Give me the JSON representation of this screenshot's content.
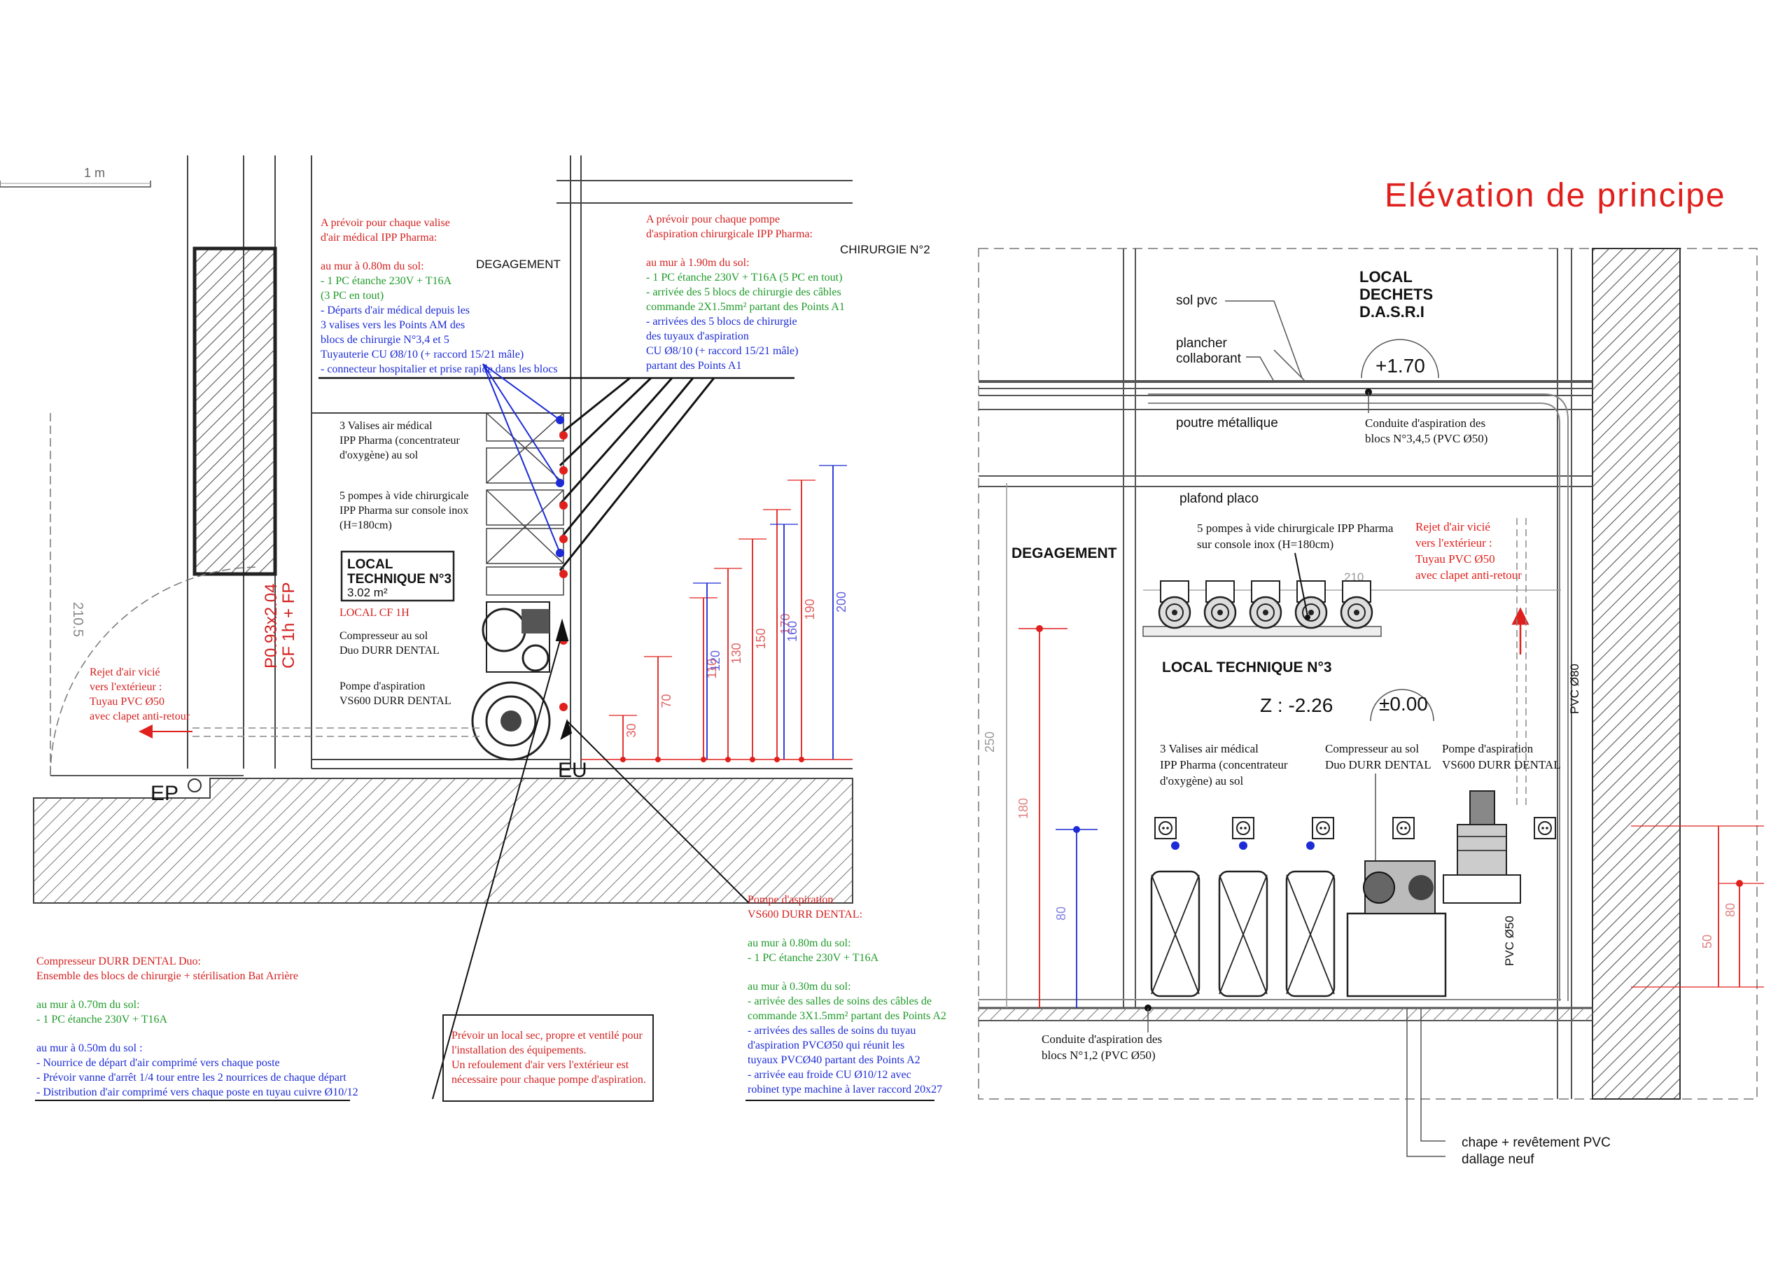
{
  "colors": {
    "red": "#e0201c",
    "blue": "#1c2bd6",
    "green": "#1f9a2a",
    "dark_red": "#a01818",
    "line": "#333333",
    "hatch": "#666666",
    "light": "#999999"
  },
  "plan": {
    "scale_label": "1 m",
    "degagement_label": "DEGAGEMENT",
    "chirurgie_label": "CHIRURGIE N°2",
    "vertical_dim": "210.5",
    "door_label": [
      "P0.93x2.04",
      "CF 1h + FP"
    ],
    "ep_label": "EP",
    "eu_label": "EU",
    "local_box": {
      "title": [
        "LOCAL",
        "TECHNIQUE N°3"
      ],
      "area": "3.02 m²"
    },
    "local_cf": "LOCAL CF 1H",
    "label_valises": [
      "3 Valises air médical",
      "IPP Pharma (concentrateur",
      "d'oxygène) au sol"
    ],
    "label_pompes": [
      "5 pompes à vide chirurgicale",
      "IPP Pharma sur console inox",
      "(H=180cm)"
    ],
    "label_compresseur": [
      "Compresseur au sol",
      "Duo DURR DENTAL"
    ],
    "label_pompe_asp": [
      "Pompe d'aspiration",
      "VS600 DURR DENTAL"
    ],
    "rejet": [
      "Rejet d'air vicié",
      "vers l'extérieur :",
      "Tuyau PVC Ø50",
      "avec clapet anti-retour"
    ],
    "dims_red": [
      "30",
      "70",
      "110",
      "130",
      "150",
      "170",
      "190"
    ],
    "dims_blue": [
      "120",
      "160",
      "200"
    ]
  },
  "notes": {
    "valise": {
      "title": [
        "A prévoir pour chaque valise",
        "d'air médical IPP Pharma:"
      ],
      "sub": "au mur à 0.80m du sol:",
      "green": [
        "- 1 PC étanche 230V + T16A",
        "(3 PC en tout)"
      ],
      "blue": [
        "- Départs d'air médical depuis les",
        "3 valises vers les Points AM des",
        "blocs de chirurgie N°3,4 et 5",
        "Tuyauterie CU Ø8/10 (+ raccord 15/21 mâle)",
        "- connecteur hospitalier et prise rapide dans les blocs"
      ]
    },
    "pompe": {
      "title": [
        "A prévoir pour chaque pompe",
        "d'aspiration chirurgicale IPP Pharma:"
      ],
      "sub": "au mur à 1.90m du sol:",
      "green": [
        "- 1 PC étanche 230V + T16A (5 PC en tout)",
        "- arrivée des 5 blocs de chirurgie des câbles",
        "commande 2X1.5mm² partant des Points A1"
      ],
      "blue": [
        "- arrivées des 5 blocs de chirurgie",
        "des tuyaux d'aspiration",
        "CU Ø8/10 (+ raccord 15/21 mâle)",
        "partant des Points A1"
      ]
    },
    "compresseur": {
      "title": [
        "Compresseur DURR DENTAL Duo:",
        "Ensemble des blocs de chirurgie + stérilisation Bat Arrière"
      ],
      "sub1": "au mur à 0.70m du sol:",
      "green": [
        "- 1 PC étanche 230V + T16A"
      ],
      "sub2": "au mur à 0.50m du sol :",
      "blue": [
        "- Nourrice de départ d'air comprimé vers chaque poste",
        "- Prévoir vanne d'arrêt 1/4 tour entre les 2 nourrices de chaque départ",
        "- Distribution d'air comprimé vers chaque poste en tuyau cuivre Ø10/12"
      ]
    },
    "box": [
      "Prévoir un local sec, propre et ventilé pour",
      "l'installation des équipements.",
      "Un refoulement d'air vers l'extérieur est",
      "nécessaire pour chaque pompe d'aspiration."
    ],
    "aspiration": {
      "title": [
        "Pompe d'aspiration",
        "VS600 DURR DENTAL:"
      ],
      "sub1": "au mur à 0.80m du sol:",
      "green1": [
        "- 1 PC étanche 230V + T16A"
      ],
      "sub2": "au mur à 0.30m du sol:",
      "green2": [
        "- arrivée des salles de soins des câbles de",
        "commande 3X1.5mm² partant des Points A2"
      ],
      "blue": [
        "- arrivées des salles de soins du tuyau",
        "d'aspiration PVCØ50 qui réunit les",
        "tuyaux PVCØ40 partant des Points A2",
        "- arrivée eau froide CU Ø10/12 avec",
        "robinet type machine à laver raccord 20x27"
      ]
    }
  },
  "elevation": {
    "title": "Elévation de principe",
    "local_dechets": [
      "LOCAL",
      "DECHETS",
      "D.A.S.R.I"
    ],
    "sol_pvc": "sol pvc",
    "plancher": [
      "plancher",
      "collaborant"
    ],
    "level_up": "+1.70",
    "poutre": "poutre métallique",
    "conduite_haut": [
      "Conduite d'aspiration des",
      "blocs N°3,4,5 (PVC Ø50)"
    ],
    "plafond": "plafond placo",
    "degagement": "DEGAGEMENT",
    "pompes": [
      "5 pompes à vide chirurgicale IPP Pharma",
      "sur console inox (H=180cm)"
    ],
    "dim_210": "210",
    "rejet": [
      "Rejet d'air vicié",
      "vers l'extérieur :",
      "Tuyau PVC Ø50",
      "avec clapet anti-retour"
    ],
    "local_tech": "LOCAL TECHNIQUE N°3",
    "z_level": "Z : -2.26",
    "zero_level": "±0.00",
    "pvc80": "PVC Ø80",
    "pvc50": "PVC Ø50",
    "valises": [
      "3 Valises air médical",
      "IPP Pharma (concentrateur",
      "d'oxygène) au sol"
    ],
    "compresseur": [
      "Compresseur au sol",
      "Duo DURR DENTAL"
    ],
    "pompe_asp": [
      "Pompe d'aspiration",
      "VS600 DURR DENTAL"
    ],
    "dim_250": "250",
    "dim_180": "180",
    "dim_80": "80",
    "dim_50": "50",
    "dim_80b": "80",
    "conduite_bas": [
      "Conduite d'aspiration des",
      "blocs N°1,2 (PVC Ø50)"
    ],
    "chape": [
      "chape + revêtement PVC",
      "dallage neuf"
    ]
  }
}
